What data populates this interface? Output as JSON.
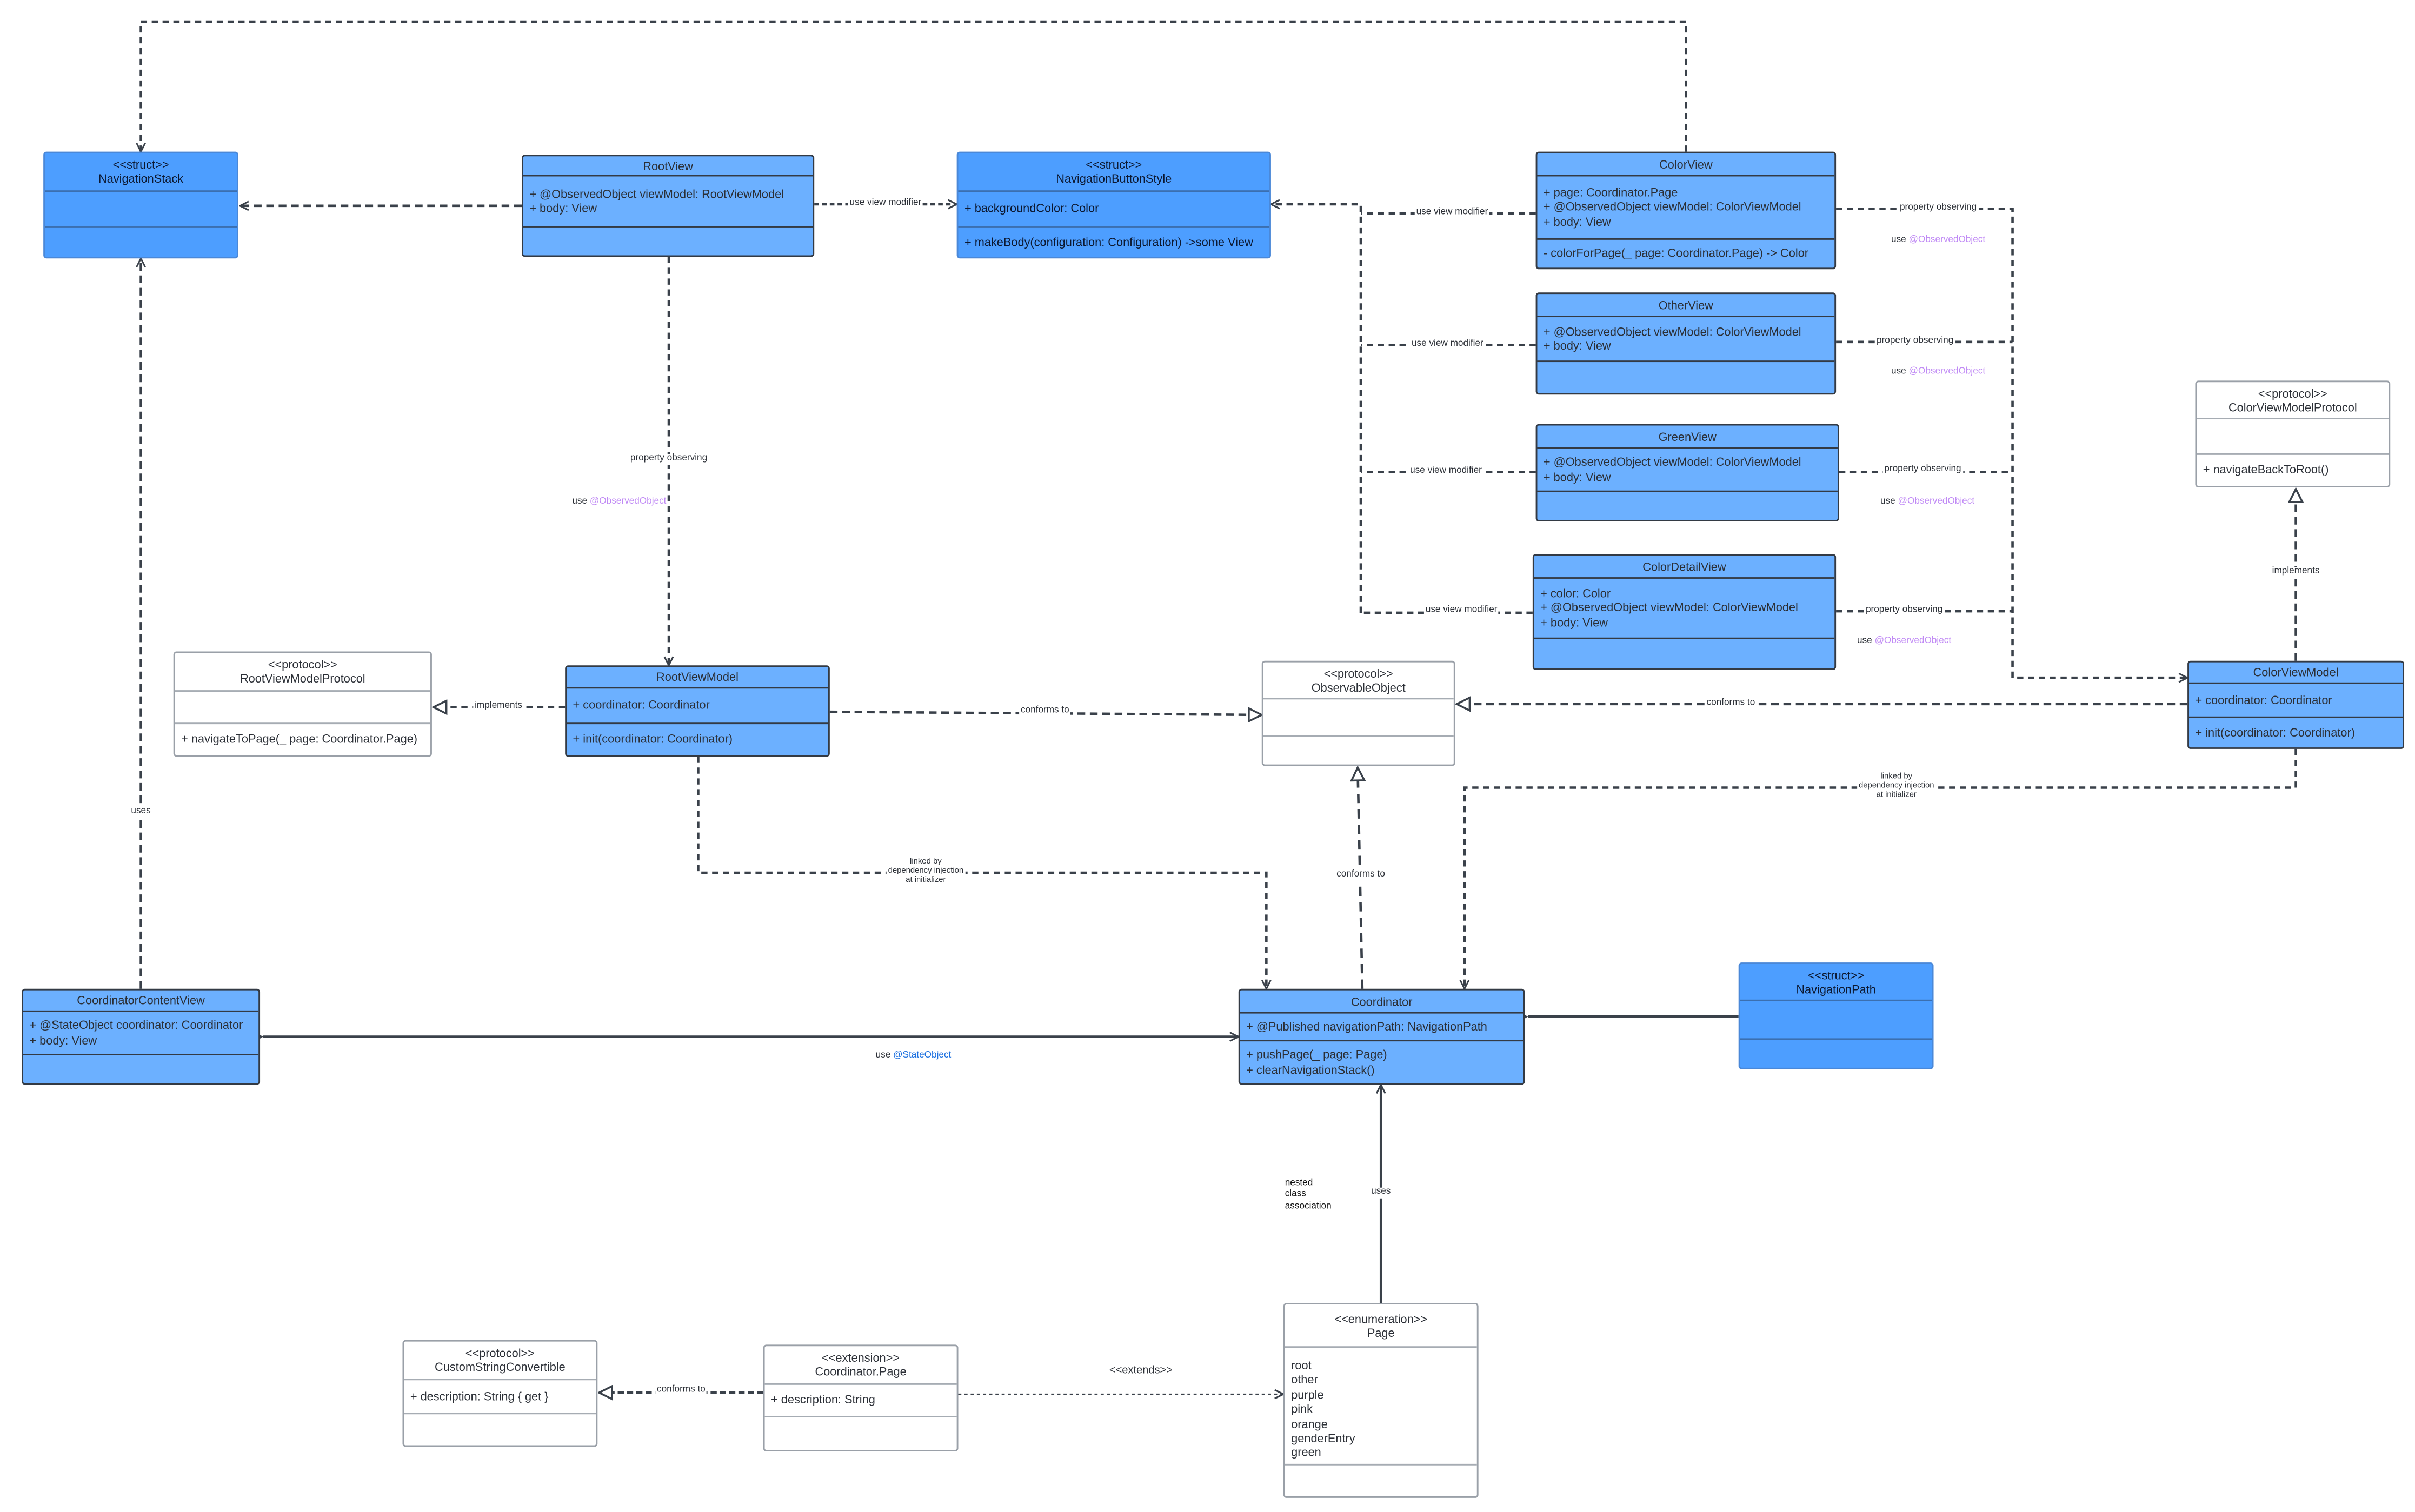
{
  "classes": {
    "navigation_stack": {
      "stereotype": "<<struct>>",
      "name": "NavigationStack",
      "attributes": [],
      "methods": []
    },
    "root_view": {
      "stereotype": "",
      "name": "RootView",
      "attributes": [
        "+ @ObservedObject viewModel: RootViewModel",
        "+ body: View"
      ],
      "methods": []
    },
    "navigation_button_style": {
      "stereotype": "<<struct>>",
      "name": "NavigationButtonStyle",
      "attributes": [
        "+ backgroundColor: Color"
      ],
      "methods": [
        "+ makeBody(configuration: Configuration) ->some View"
      ]
    },
    "color_view": {
      "stereotype": "",
      "name": "ColorView",
      "attributes": [
        "+ page: Coordinator.Page",
        "+ @ObservedObject viewModel: ColorViewModel",
        "+ body: View"
      ],
      "methods": [
        "- colorForPage(_ page: Coordinator.Page) -> Color"
      ]
    },
    "other_view": {
      "stereotype": "",
      "name": "OtherView",
      "attributes": [
        "+ @ObservedObject viewModel: ColorViewModel",
        "+ body: View"
      ],
      "methods": []
    },
    "green_view": {
      "stereotype": "",
      "name": "GreenView",
      "attributes": [
        "+ @ObservedObject viewModel: ColorViewModel",
        "+ body: View"
      ],
      "methods": []
    },
    "color_detail_view": {
      "stereotype": "",
      "name": "ColorDetailView",
      "attributes": [
        "+ color: Color",
        "+ @ObservedObject viewModel: ColorViewModel",
        "+ body: View"
      ],
      "methods": []
    },
    "color_view_model_protocol": {
      "stereotype": "<<protocol>>",
      "name": "ColorViewModelProtocol",
      "attributes": [],
      "methods": [
        "+ navigateBackToRoot()"
      ]
    },
    "color_view_model": {
      "stereotype": "",
      "name": "ColorViewModel",
      "attributes": [
        "+ coordinator: Coordinator"
      ],
      "methods": [
        "+ init(coordinator: Coordinator)"
      ]
    },
    "root_view_model_protocol": {
      "stereotype": "<<protocol>>",
      "name": "RootViewModelProtocol",
      "attributes": [],
      "methods": [
        "+ navigateToPage(_ page: Coordinator.Page)"
      ]
    },
    "root_view_model": {
      "stereotype": "",
      "name": "RootViewModel",
      "attributes": [
        "+ coordinator: Coordinator"
      ],
      "methods": [
        "+ init(coordinator: Coordinator)"
      ]
    },
    "observable_object": {
      "stereotype": "<<protocol>>",
      "name": "ObservableObject",
      "attributes": [],
      "methods": []
    },
    "coordinator_content_view": {
      "stereotype": "",
      "name": "CoordinatorContentView",
      "attributes": [
        "+ @StateObject coordinator: Coordinator",
        "+ body: View"
      ],
      "methods": []
    },
    "coordinator": {
      "stereotype": "",
      "name": "Coordinator",
      "attributes": [
        "+ @Published navigationPath: NavigationPath"
      ],
      "methods": [
        "+ pushPage(_ page: Page)",
        "+ clearNavigationStack()"
      ]
    },
    "navigation_path": {
      "stereotype": "<<struct>>",
      "name": "NavigationPath",
      "attributes": [],
      "methods": []
    },
    "custom_string_convertible": {
      "stereotype": "<<protocol>>",
      "name": "CustomStringConvertible",
      "attributes": [
        "+ description: String { get }"
      ],
      "methods": []
    },
    "coordinator_page_extension": {
      "stereotype": "<<extension>>",
      "name": "Coordinator.Page",
      "attributes": [
        "+ description: String"
      ],
      "methods": []
    },
    "page_enum": {
      "stereotype": "<<enumeration>>",
      "name": "Page",
      "attributes": [
        "root",
        "other",
        "purple",
        "pink",
        "orange",
        "genderEntry",
        "green"
      ],
      "methods": []
    }
  },
  "labels": {
    "root_view_modifier": {
      "text": "use view modifier"
    },
    "color_view_modifier": {
      "text": "use view modifier"
    },
    "other_view_modifier": {
      "text": "use view modifier"
    },
    "green_view_modifier": {
      "text": "use view modifier"
    },
    "detail_view_modifier": {
      "text": "use view modifier"
    },
    "color_prop": {
      "text": "property observing"
    },
    "other_prop": {
      "text": "property observing"
    },
    "green_prop": {
      "text": "property observing"
    },
    "detail_prop": {
      "text": "property observing"
    },
    "root_prop": {
      "text": "property observing"
    },
    "rvm_implements": {
      "text": "implements"
    },
    "rvm_conforms": {
      "text": "conforms to"
    },
    "cvm_conforms": {
      "text": "conforms to"
    },
    "cvm_implements": {
      "text": "implements"
    },
    "coord_conforms": {
      "text": "conforms to"
    },
    "ccv_uses": {
      "text": "uses"
    },
    "page_uses": {
      "text": "uses"
    },
    "ext_conforms": {
      "text": "conforms to"
    },
    "extends": {
      "text": "<<extends>>"
    },
    "cvm_linked": {
      "text": "linked by\ndependency injection\nat initializer"
    },
    "rvm_linked": {
      "text": "linked by\ndependency injection\nat initializer"
    }
  },
  "use_labels": {
    "color_use": {
      "prefix": "use",
      "keyword": "@ObservedObject"
    },
    "other_use": {
      "prefix": "use",
      "keyword": "@ObservedObject"
    },
    "green_use": {
      "prefix": "use",
      "keyword": "@ObservedObject"
    },
    "detail_use": {
      "prefix": "use",
      "keyword": "@ObservedObject"
    },
    "root_use": {
      "prefix": "use",
      "keyword": "@ObservedObject"
    },
    "state_use": {
      "prefix": "use",
      "keyword": "@StateObject"
    }
  },
  "notes": {
    "nested_class": "nested\nclass\nassociation"
  },
  "colors": {
    "class_fill": "#6cb0ff",
    "struct_fill": "#4d9eff",
    "line": "#3a414a",
    "observed_keyword": "#c08af5",
    "state_keyword": "#1a6fe0"
  }
}
